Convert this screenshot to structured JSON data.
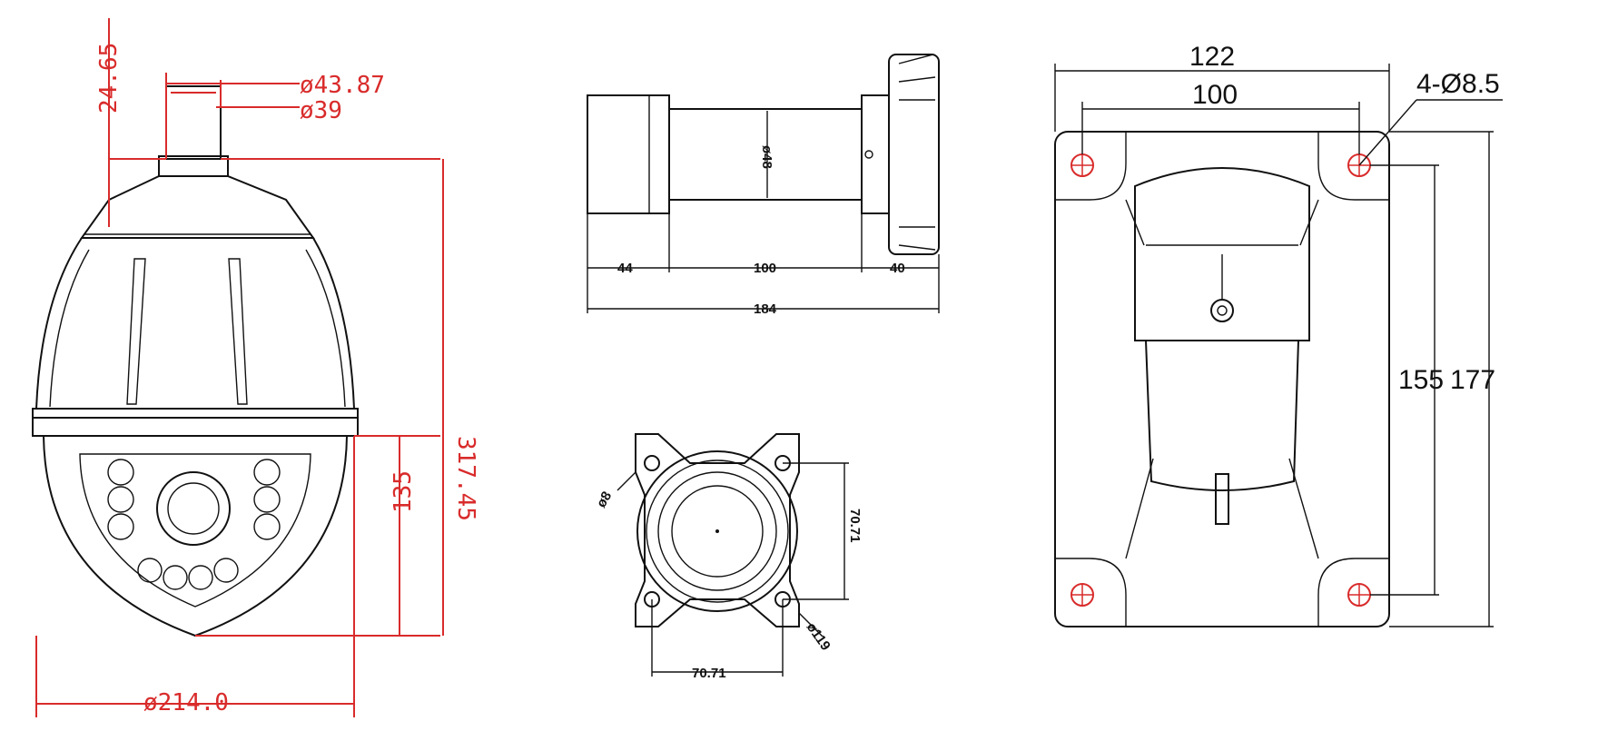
{
  "camera_front_view": {
    "dim_height_cap": "24.65",
    "dim_diameter_outer": "ø43.87",
    "dim_diameter_inner": "ø39",
    "dim_total_height": "317.45",
    "dim_lower_height": "135",
    "dim_body_diameter": "ø214.0"
  },
  "bracket_side_view": {
    "dim_tube_diameter": "ø48",
    "dim_left": "44",
    "dim_middle": "100",
    "dim_right": "40",
    "dim_total": "184"
  },
  "bracket_end_view": {
    "dim_hole": "ø8",
    "dim_vertical": "70.71",
    "dim_horizontal": "70.71",
    "dim_flange": "ø119"
  },
  "wall_plate_view": {
    "dim_width_outer": "122",
    "dim_width_inner": "100",
    "dim_holes": "4-Ø8.5",
    "dim_height_inner": "155",
    "dim_height_outer": "177"
  },
  "colors": {
    "dimension_red": "#d92b2b",
    "outline": "#111111"
  }
}
